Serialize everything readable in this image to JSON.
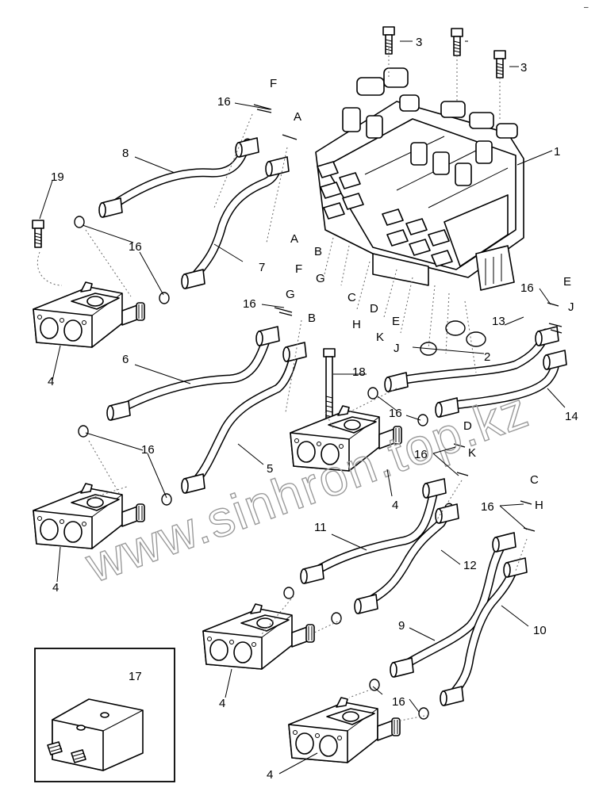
{
  "page_corner_mark": "–",
  "watermark": "www.sinhron.top.kz",
  "part_labels": {
    "p1": "1",
    "p2": "2",
    "p3a": "3",
    "p3b": "3",
    "p4a": "4",
    "p4b": "4",
    "p4c": "4",
    "p4d": "4",
    "p4e": "4",
    "p5": "5",
    "p6": "6",
    "p7": "7",
    "p8": "8",
    "p9": "9",
    "p10": "10",
    "p11": "11",
    "p12": "12",
    "p13": "13",
    "p14": "14",
    "p16a": "16",
    "p16b": "16",
    "p16c": "16",
    "p16d": "16",
    "p16e": "16",
    "p16f": "16",
    "p16g": "16",
    "p16h": "16",
    "p16i": "16",
    "p17": "17",
    "p18": "18",
    "p19": "19"
  },
  "port_letters": {
    "l_f1": "F",
    "l_a1": "A",
    "l_a2": "A",
    "l_b1": "B",
    "l_f2": "F",
    "l_g1": "G",
    "l_g2": "G",
    "l_b2": "B",
    "l_c1": "C",
    "l_d1": "D",
    "l_h1": "H",
    "l_e1": "E",
    "l_k1": "K",
    "l_j1": "J",
    "l_e2": "E",
    "l_j2": "J",
    "l_d2": "D",
    "l_k2": "K",
    "l_c2": "C",
    "l_h2": "H"
  }
}
